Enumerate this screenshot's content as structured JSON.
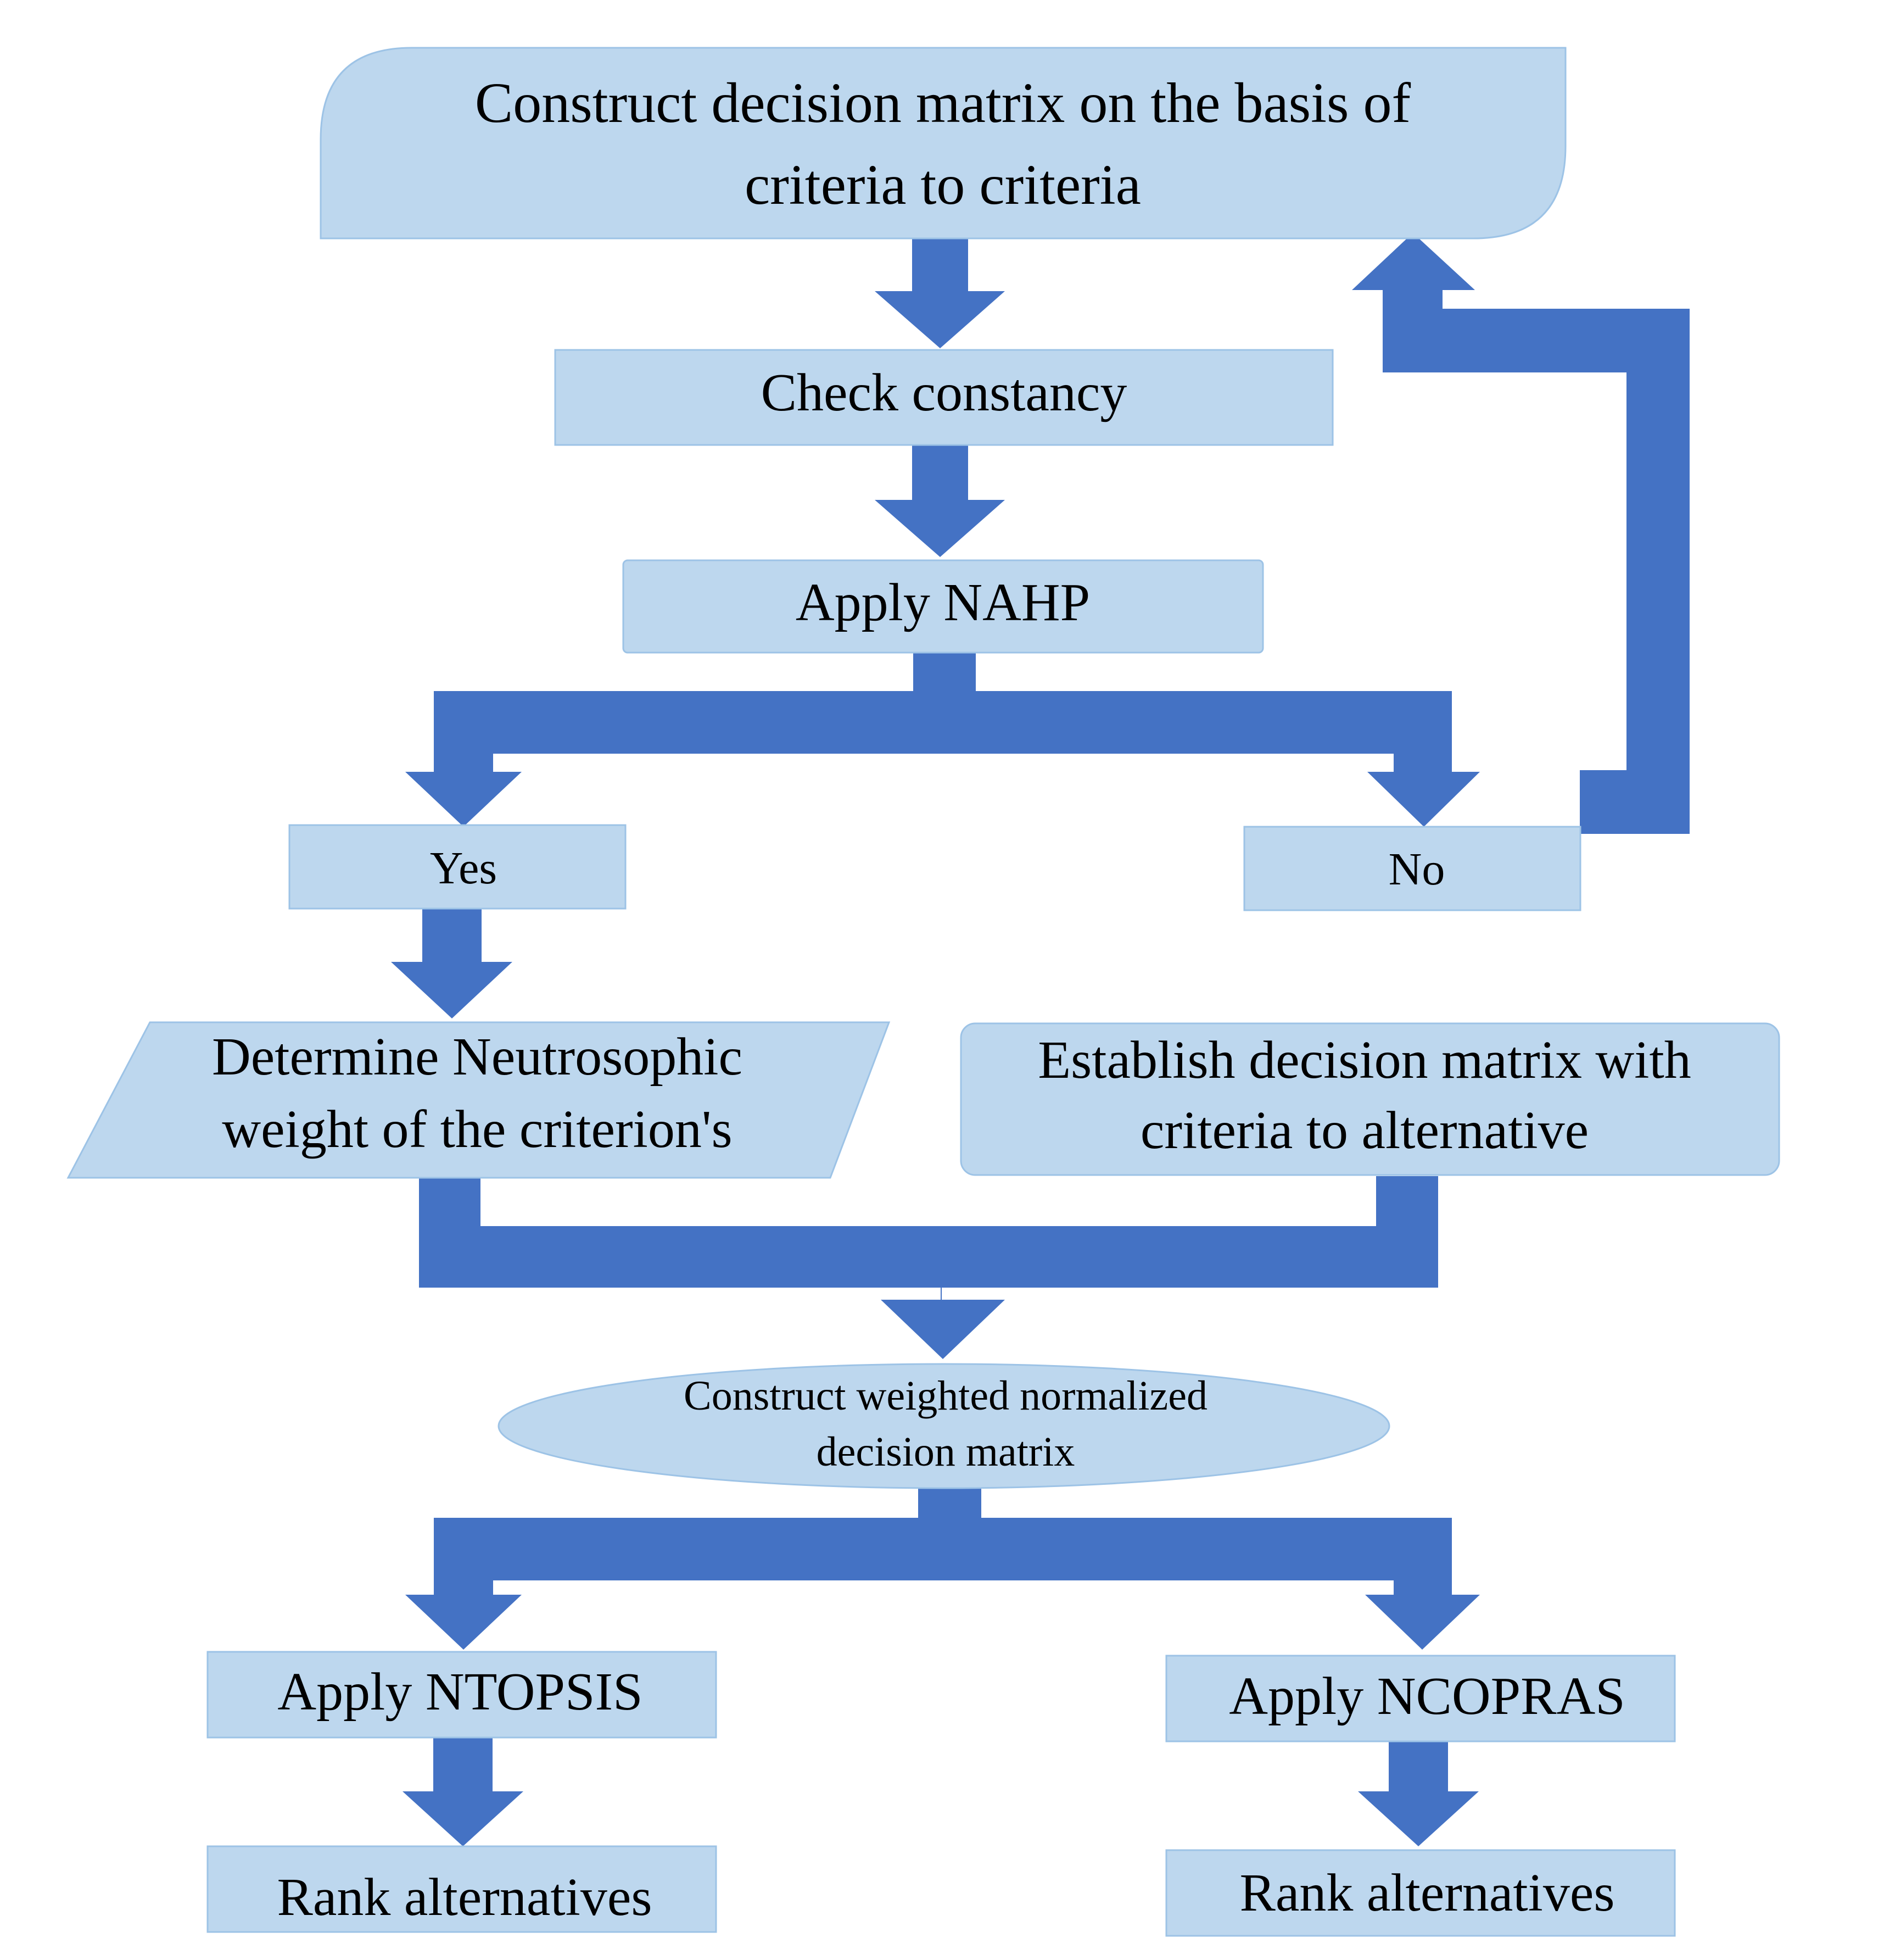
{
  "colors": {
    "box_fill": "#bdd7ee",
    "box_border": "#9dc3e6",
    "arrow": "#4472c4",
    "text": "#000000"
  },
  "nodes": {
    "construct_matrix": [
      "Construct decision matrix on the basis of",
      "criteria to criteria"
    ],
    "check_constancy": "Check constancy",
    "apply_nahp": "Apply NAHP",
    "yes": "Yes",
    "no": "No",
    "determine_weight": [
      "Determine Neutrosophic",
      "weight of the criterion's"
    ],
    "establish_matrix": [
      "Establish decision matrix with",
      "criteria to alternative"
    ],
    "weighted_matrix": [
      "Construct weighted normalized",
      "decision matrix"
    ],
    "apply_ntopsis": "Apply NTOPSIS",
    "apply_ncopras": "Apply NCOPRAS",
    "rank_left": "Rank alternatives",
    "rank_right": "Rank alternatives"
  }
}
